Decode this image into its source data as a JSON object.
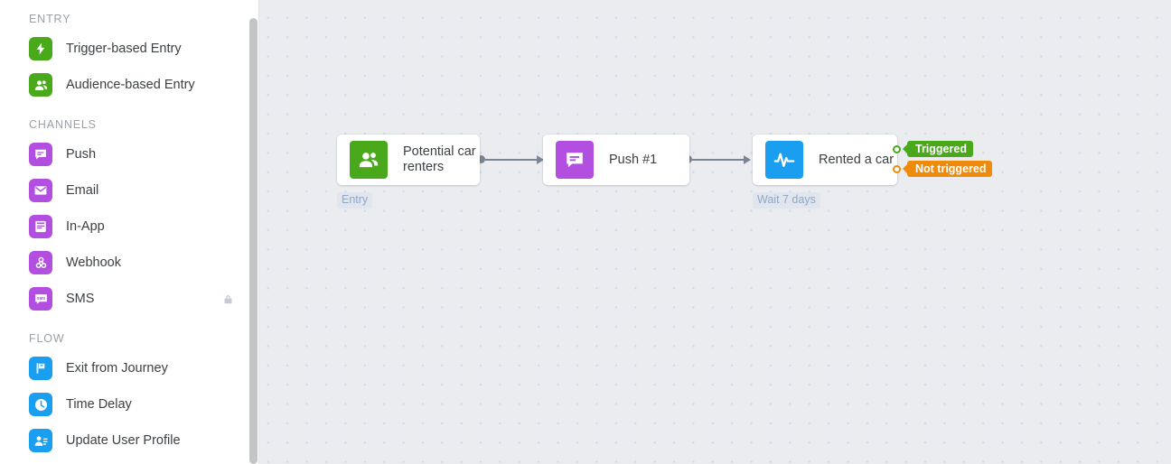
{
  "sidebar": {
    "sections": [
      {
        "title": "ENTRY",
        "items": [
          {
            "label": "Trigger-based Entry",
            "icon": "lightning-bolt-icon",
            "color": "#4aa81b",
            "locked": false
          },
          {
            "label": "Audience-based Entry",
            "icon": "users-group-icon",
            "color": "#4aa81b",
            "locked": false
          }
        ]
      },
      {
        "title": "CHANNELS",
        "items": [
          {
            "label": "Push",
            "icon": "push-message-icon",
            "color": "#b24fe0",
            "locked": false
          },
          {
            "label": "Email",
            "icon": "email-envelope-icon",
            "color": "#b24fe0",
            "locked": false
          },
          {
            "label": "In-App",
            "icon": "in-app-window-icon",
            "color": "#b24fe0",
            "locked": false
          },
          {
            "label": "Webhook",
            "icon": "webhook-icon",
            "color": "#b24fe0",
            "locked": false
          },
          {
            "label": "SMS",
            "icon": "sms-bubble-icon",
            "color": "#b24fe0",
            "locked": true
          }
        ]
      },
      {
        "title": "FLOW",
        "items": [
          {
            "label": "Exit from Journey",
            "icon": "exit-flag-icon",
            "color": "#1a9ff0",
            "locked": false
          },
          {
            "label": "Time Delay",
            "icon": "clock-icon",
            "color": "#1a9ff0",
            "locked": false
          },
          {
            "label": "Update User Profile",
            "icon": "user-edit-icon",
            "color": "#1a9ff0",
            "locked": false
          }
        ]
      }
    ],
    "lock_icon": "lock-icon"
  },
  "canvas": {
    "nodes": [
      {
        "id": "entry",
        "title": "Potential car renters",
        "icon": "users-group-icon",
        "icon_color": "#4aa81b",
        "sublabel": "Entry"
      },
      {
        "id": "push",
        "title": "Push #1",
        "icon": "push-message-icon",
        "icon_color": "#b24fe0",
        "sublabel": ""
      },
      {
        "id": "event",
        "title": "Rented a car",
        "icon": "activity-pulse-icon",
        "icon_color": "#1a9ff0",
        "sublabel": "Wait 7 days"
      }
    ],
    "branches": [
      {
        "label": "Triggered",
        "color": "#4aa81b"
      },
      {
        "label": "Not triggered",
        "color": "#ef8b0a"
      }
    ],
    "connector_color": "#7c8493"
  }
}
